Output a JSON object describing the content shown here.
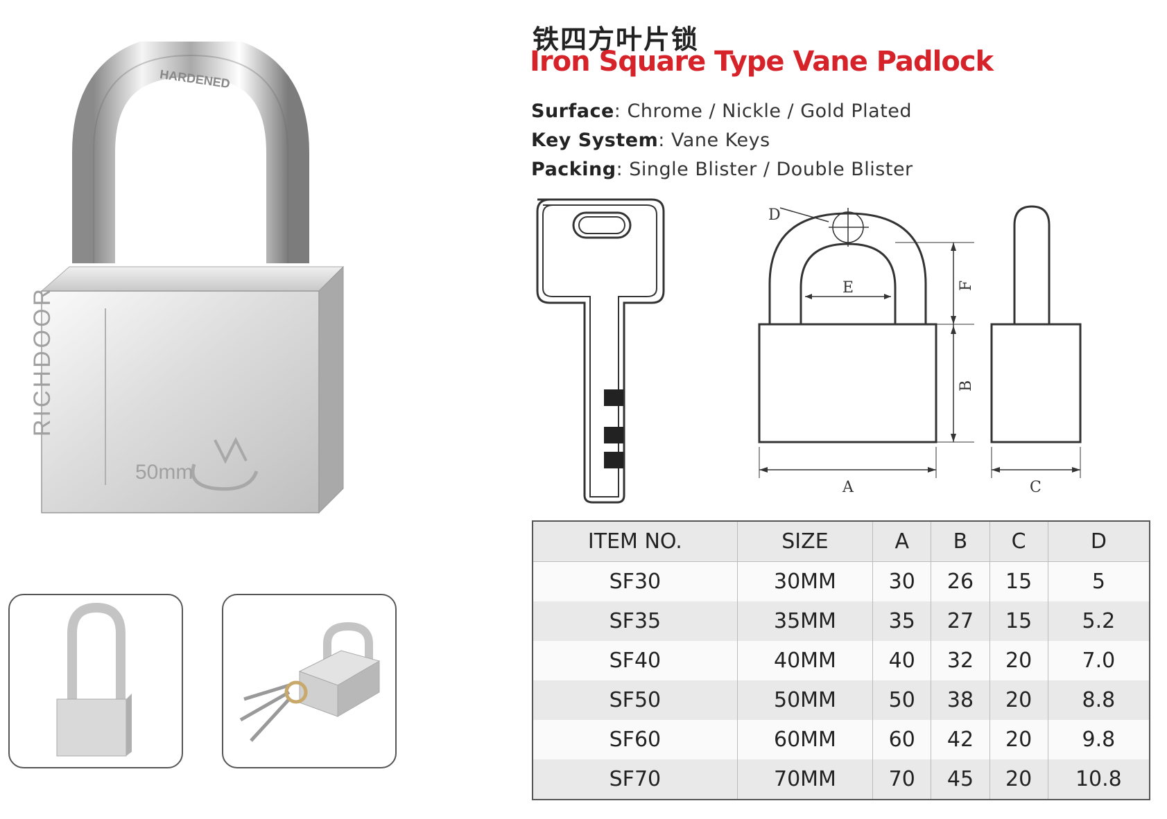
{
  "header": {
    "title_cn": "铁四方叶片锁",
    "title_en": "Iron Square Type Vane Padlock"
  },
  "specs": [
    {
      "key": "Surface",
      "sep": ":",
      "value": "Chrome / Nickle / Gold Plated"
    },
    {
      "key": "Key System",
      "sep": ":",
      "value": "Vane Keys"
    },
    {
      "key": "Packing",
      "sep": ":",
      "value": "Single Blister / Double Blister"
    }
  ],
  "photo": {
    "shackle_text": "HARDENED",
    "brand_text": "RICHDOOR",
    "size_text": "50mm"
  },
  "diagram_labels": {
    "a": "A",
    "b": "B",
    "c": "C",
    "d": "D",
    "e": "E",
    "f": "F"
  },
  "table": {
    "headers": [
      "ITEM NO.",
      "SIZE",
      "A",
      "B",
      "C",
      "D"
    ],
    "rows": [
      [
        "SF30",
        "30MM",
        "30",
        "26",
        "15",
        "5"
      ],
      [
        "SF35",
        "35MM",
        "35",
        "27",
        "15",
        "5.2"
      ],
      [
        "SF40",
        "40MM",
        "40",
        "32",
        "20",
        "7.0"
      ],
      [
        "SF50",
        "50MM",
        "50",
        "38",
        "20",
        "8.8"
      ],
      [
        "SF60",
        "60MM",
        "60",
        "42",
        "20",
        "9.8"
      ],
      [
        "SF70",
        "70MM",
        "70",
        "45",
        "20",
        "10.8"
      ]
    ]
  },
  "colors": {
    "title_red": "#d6232a",
    "chrome_light": "#f2f2f2",
    "chrome_dark": "#9a9a9a",
    "line": "#333333"
  }
}
